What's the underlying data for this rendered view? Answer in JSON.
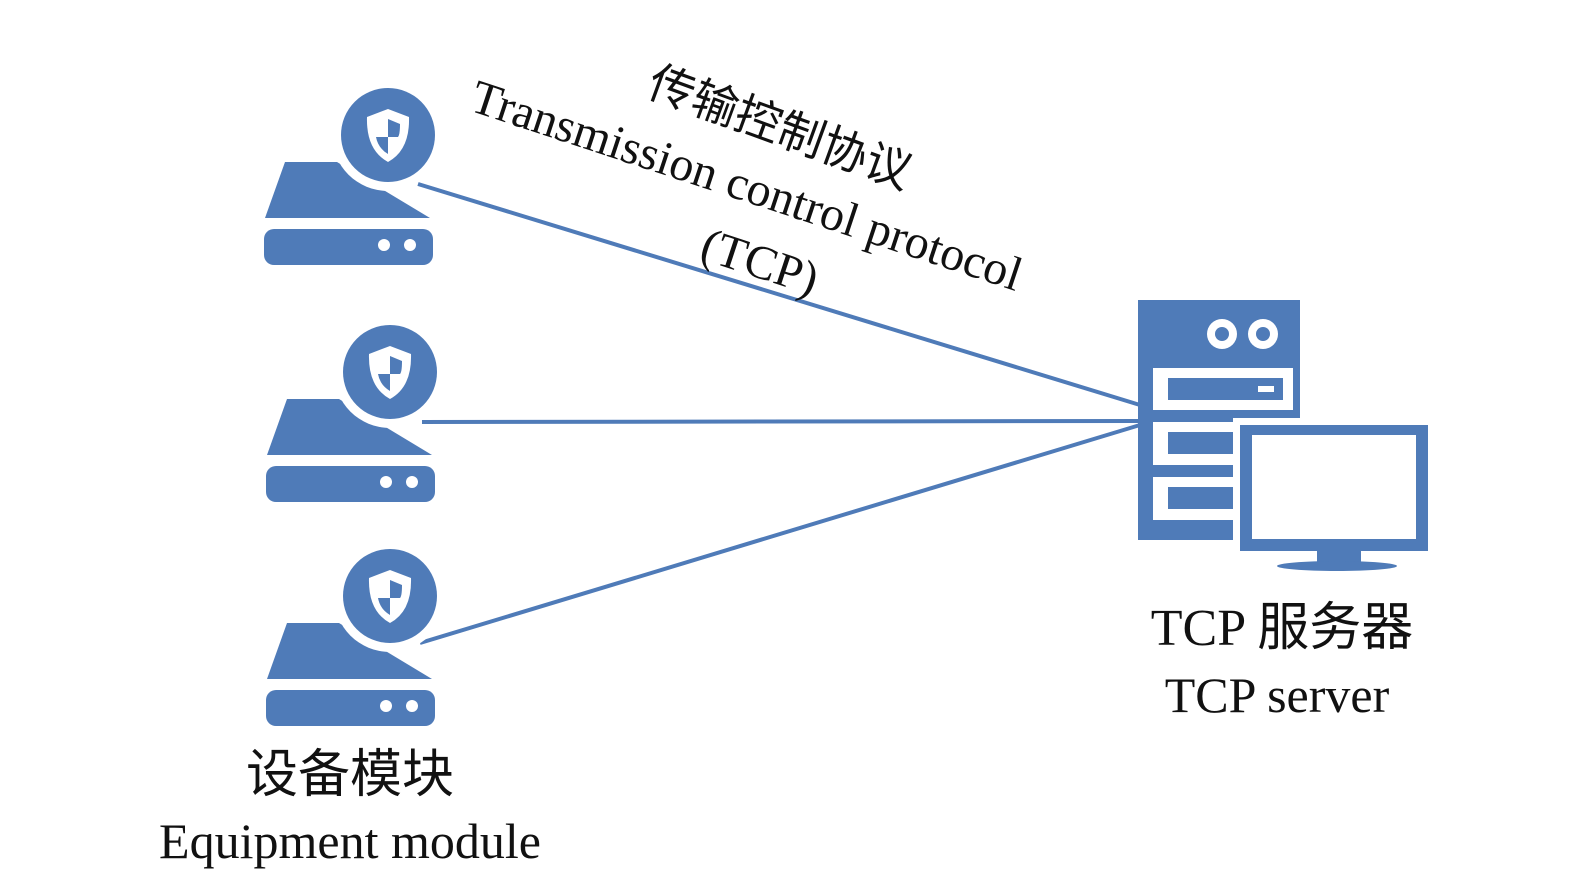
{
  "colors": {
    "icon": "#4f7bb8",
    "line": "#4f7bb8",
    "text": "#111111",
    "background": "#ffffff"
  },
  "protocol_label": {
    "zh": "传输控制协议",
    "en": "Transmission control protocol",
    "abbr": "(TCP)"
  },
  "equipment": {
    "count": 3,
    "icon": "shield-drive-icon",
    "label_zh": "设备模块",
    "label_en": "Equipment module"
  },
  "server": {
    "icon": "server-with-monitor-icon",
    "label_zh": "TCP 服务器",
    "label_en": "TCP server"
  }
}
